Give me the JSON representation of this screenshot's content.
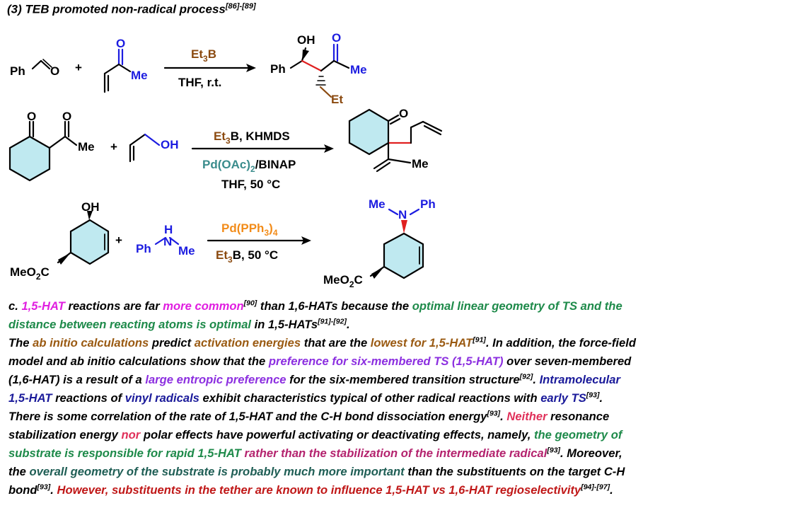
{
  "heading": {
    "text": "(3) TEB promoted non-radical process",
    "ref": "[86]-[89]"
  },
  "colors": {
    "ring_fill": "#bfe9f0",
    "new_bond": "#e02020",
    "reagent_brown": "#8b4a10",
    "pd_teal": "#3a8c8c",
    "pd_orange": "#f28c1a",
    "hetero_blue": "#1c1ce0"
  },
  "reactions": [
    {
      "sm1": {
        "ph": "Ph",
        "o": "O"
      },
      "plus": "+",
      "sm2": {
        "o": "O",
        "me": "Me"
      },
      "reagent_above": {
        "main": "Et",
        "sub": "3",
        "tail": "B"
      },
      "reagent_below": "THF, r.t.",
      "product": {
        "oh": "OH",
        "ph": "Ph",
        "o": "O",
        "me": "Me",
        "et": "Et"
      }
    },
    {
      "sm1": {
        "o1": "O",
        "o2": "O",
        "me": "Me"
      },
      "plus": "+",
      "sm2": {
        "oh": "OH"
      },
      "reagent_above": {
        "main": "Et",
        "sub": "3",
        "tail": "B, KHMDS"
      },
      "reagent_mid": {
        "main": "Pd(OAc)",
        "sub": "2",
        "tail": "/BINAP"
      },
      "reagent_below": "THF, 50 °C",
      "product": {
        "o": "O",
        "me": "Me"
      }
    },
    {
      "sm1": {
        "oh": "OH",
        "ester_a": "MeO",
        "ester_sub": "2",
        "ester_b": "C"
      },
      "plus": "+",
      "sm2": {
        "h": "H",
        "ph": "Ph",
        "n": "N",
        "me": "Me"
      },
      "reagent_above": {
        "main": "Pd(PPh",
        "sub": "3",
        "tail": ")",
        "sub2": "4"
      },
      "reagent_below": {
        "main": "Et",
        "sub": "3",
        "tail": "B, 50 °C"
      },
      "product": {
        "me": "Me",
        "n": "N",
        "ph": "Ph",
        "ester_a": "MeO",
        "ester_sub": "2",
        "ester_b": "C"
      }
    }
  ],
  "paragraph": {
    "lines": [
      [
        {
          "t": "c. "
        },
        {
          "t": "1,5-HAT",
          "c": "m"
        },
        {
          "t": " reactions are far "
        },
        {
          "t": "more common",
          "c": "m"
        },
        {
          "t": "[90]",
          "sup": true
        },
        {
          "t": " than 1,6-HATs because the "
        },
        {
          "t": "optimal linear geometry of TS and the",
          "c": "g"
        }
      ],
      [
        {
          "t": "distance between reacting atoms is optimal",
          "c": "g"
        },
        {
          "t": " in 1,5-HATs"
        },
        {
          "t": "[91]-[92]",
          "sup": true
        },
        {
          "t": "."
        }
      ],
      [
        {
          "t": "The "
        },
        {
          "t": "ab initio calculations",
          "c": "br"
        },
        {
          "t": " predict "
        },
        {
          "t": "activation energies",
          "c": "br"
        },
        {
          "t": " that are the "
        },
        {
          "t": "lowest for 1,5-HAT",
          "c": "br"
        },
        {
          "t": "[91]",
          "sup": true
        },
        {
          "t": ". In addition, the force-field"
        }
      ],
      [
        {
          "t": "model and ab initio calculations show that the "
        },
        {
          "t": "preference for six-membered TS (1,5-HAT)",
          "c": "v"
        },
        {
          "t": " over seven-membered"
        }
      ],
      [
        {
          "t": "(1,6-HAT) is a result of a "
        },
        {
          "t": "large entropic preference",
          "c": "v"
        },
        {
          "t": " for the six-membered transition structure"
        },
        {
          "t": "[92]",
          "sup": true
        },
        {
          "t": ". "
        },
        {
          "t": "Intramolecular",
          "c": "nb"
        }
      ],
      [
        {
          "t": "1,5-HAT",
          "c": "nb"
        },
        {
          "t": " reactions of "
        },
        {
          "t": "vinyl radicals",
          "c": "nb"
        },
        {
          "t": " exhibit characteristics typical of other radical reactions with "
        },
        {
          "t": "early TS",
          "c": "nb"
        },
        {
          "t": "[93]",
          "sup": true
        },
        {
          "t": "."
        }
      ],
      [
        {
          "t": "There is some correlation of the rate of 1,5-HAT and the C-H bond dissociation energy"
        },
        {
          "t": "[93]",
          "sup": true
        },
        {
          "t": ". "
        },
        {
          "t": "Neither",
          "c": "pk"
        },
        {
          "t": " resonance"
        }
      ],
      [
        {
          "t": "stabilization energy "
        },
        {
          "t": "nor",
          "c": "pk"
        },
        {
          "t": " polar effects have powerful activating or deactivating effects, namely, "
        },
        {
          "t": "the geometry of",
          "c": "g"
        }
      ],
      [
        {
          "t": "substrate is responsible for rapid 1,5-HAT",
          "c": "g"
        },
        {
          "t": " "
        },
        {
          "t": "rather than the stabilization of the intermediate radical",
          "c": "mg"
        },
        {
          "t": "[93]",
          "sup": true
        },
        {
          "t": ". Moreover,"
        }
      ],
      [
        {
          "t": "the "
        },
        {
          "t": "overall geometry of the substrate is probably much more important",
          "c": "dk"
        },
        {
          "t": " than the substituents on the target C-H"
        }
      ],
      [
        {
          "t": "bond"
        },
        {
          "t": "[93]",
          "sup": true
        },
        {
          "t": ". "
        },
        {
          "t": "However, substituents in the tether are known to influence 1,5-HAT vs 1,6-HAT regioselectivity",
          "c": "rd"
        },
        {
          "t": "[94]-[97]",
          "sup": true
        },
        {
          "t": "."
        }
      ]
    ]
  }
}
